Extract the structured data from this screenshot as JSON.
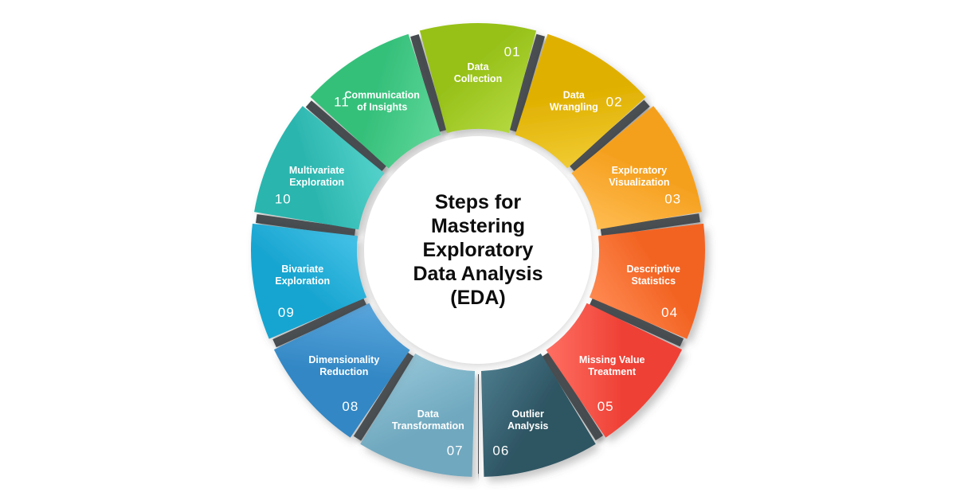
{
  "center": {
    "title_lines": [
      "Steps for",
      "Mastering",
      "Exploratory",
      "Data Analysis",
      "(EDA)"
    ],
    "title_full": "Steps for Mastering Exploratory Data Analysis (EDA)",
    "bg_color": "#ffffff",
    "text_color": "#0d0d0d"
  },
  "canvas": {
    "background": "#ffffff"
  },
  "chart_data": {
    "type": "pie",
    "title": "Steps for Mastering Exploratory Data Analysis (EDA)",
    "subtype": "donut-process-wheel",
    "legend_position": "none",
    "grid": false,
    "categories": [
      "Data Collection",
      "Data Wrangling",
      "Exploratory Visualization",
      "Descriptive Statistics",
      "Missing Value Treatment",
      "Outlier Analysis",
      "Data Transformation",
      "Dimensionality Reduction",
      "Bivariate Exploration",
      "Multivariate Exploration",
      "Communication of Insights"
    ],
    "values": [
      9.09,
      9.09,
      9.09,
      9.09,
      9.09,
      9.09,
      9.09,
      9.09,
      9.09,
      9.09,
      9.09
    ],
    "segment_count": 11,
    "colors": [
      "#97c119",
      "#e0b000",
      "#f5a01e",
      "#f26322",
      "#ef4136",
      "#2d5462",
      "#6fa8bf",
      "#3287c4",
      "#18a5d0",
      "#2ab5ae",
      "#35c07a"
    ]
  },
  "segments": [
    {
      "number": "01",
      "label_lines": [
        "Data",
        "Collection"
      ],
      "label": "Data Collection",
      "color": "#97c119",
      "color_light": "#b3d83f"
    },
    {
      "number": "02",
      "label_lines": [
        "Data",
        "Wrangling"
      ],
      "label": "Data Wrangling",
      "color": "#e0b000",
      "color_light": "#f0cb33"
    },
    {
      "number": "03",
      "label_lines": [
        "Exploratory",
        "Visualization"
      ],
      "label": "Exploratory Visualization",
      "color": "#f5a01e",
      "color_light": "#ffbc52"
    },
    {
      "number": "04",
      "label_lines": [
        "Descriptive",
        "Statistics"
      ],
      "label": "Descriptive Statistics",
      "color": "#f26322",
      "color_light": "#ff8a52"
    },
    {
      "number": "05",
      "label_lines": [
        "Missing Value",
        "Treatment"
      ],
      "label": "Missing Value Treatment",
      "color": "#ef4136",
      "color_light": "#ff6f62"
    },
    {
      "number": "06",
      "label_lines": [
        "Outlier",
        "Analysis"
      ],
      "label": "Outlier Analysis",
      "color": "#2d5462",
      "color_light": "#4c7b8c"
    },
    {
      "number": "07",
      "label_lines": [
        "Data",
        "Transformation"
      ],
      "label": "Data Transformation",
      "color": "#6fa8bf",
      "color_light": "#93c4d6"
    },
    {
      "number": "08",
      "label_lines": [
        "Dimensionality",
        "Reduction"
      ],
      "label": "Dimensionality Reduction",
      "color": "#3287c4",
      "color_light": "#5aa6dd"
    },
    {
      "number": "09",
      "label_lines": [
        "Bivariate",
        "Exploration"
      ],
      "label": "Bivariate Exploration",
      "color": "#18a5d0",
      "color_light": "#45c2e8"
    },
    {
      "number": "10",
      "label_lines": [
        "Multivariate",
        "Exploration"
      ],
      "label": "Multivariate Exploration",
      "color": "#2ab5ae",
      "color_light": "#54d2cb"
    },
    {
      "number": "11",
      "label_lines": [
        "Communication",
        "of Insights"
      ],
      "label": "Communication of Insights",
      "color": "#35c07a",
      "color_light": "#5fd79a"
    }
  ]
}
